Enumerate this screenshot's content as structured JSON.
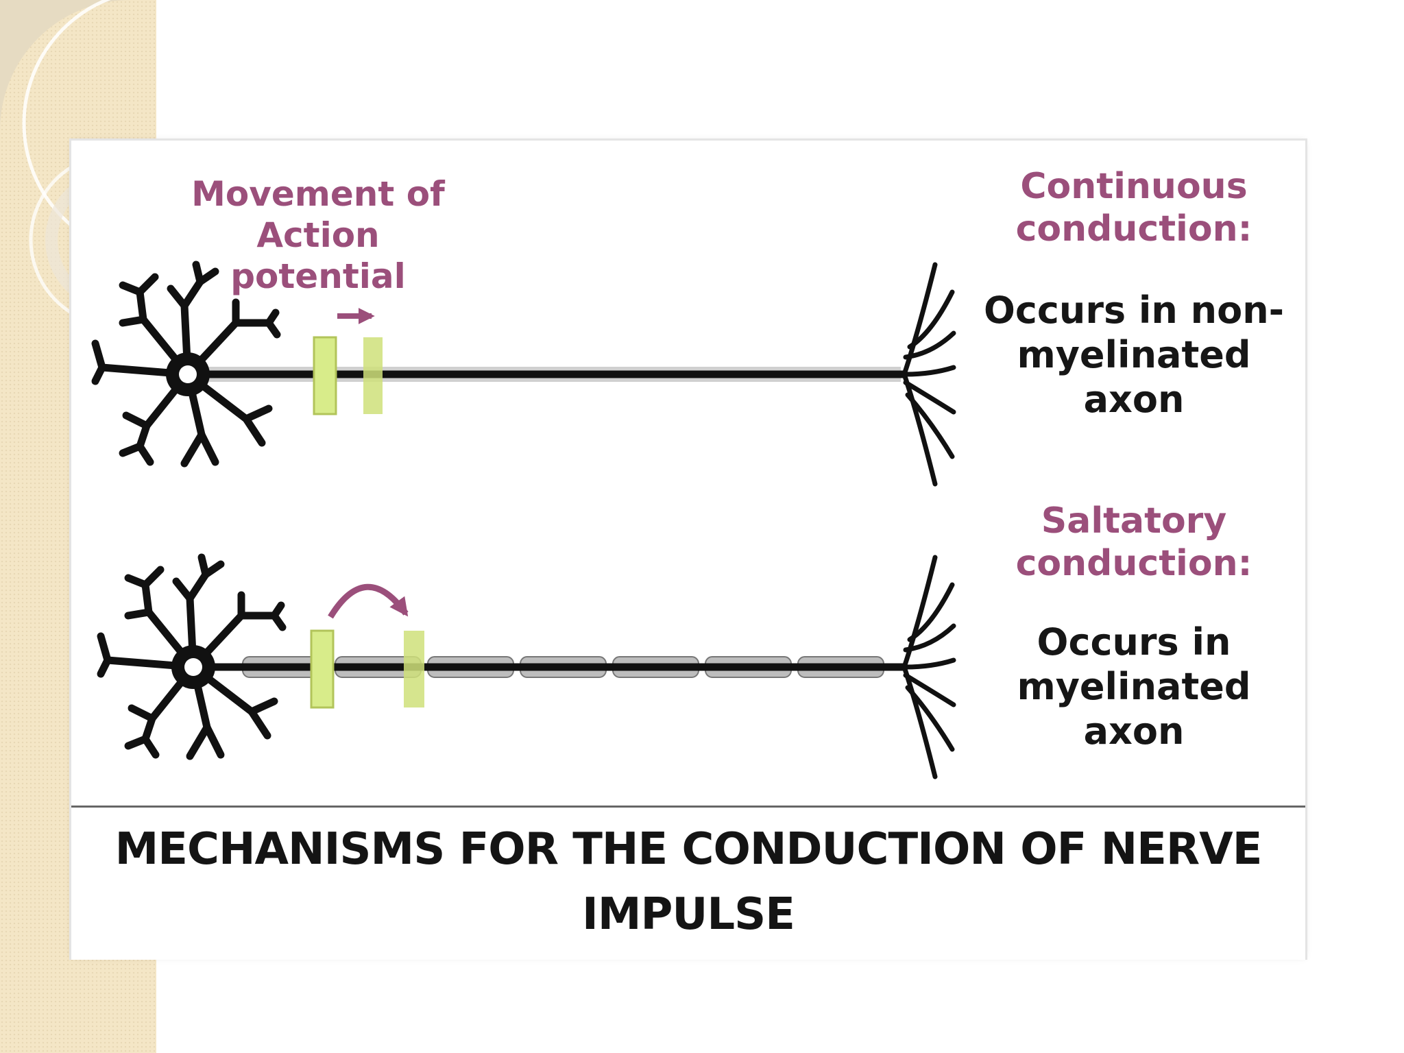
{
  "figure": {
    "movement_label": "Movement of Action potential",
    "continuous": {
      "title": "Continuous conduction:",
      "description": "Occurs in non-myelinated axon"
    },
    "saltatory": {
      "title": "Saltatory conduction:",
      "description": "Occurs in myelinated axon"
    },
    "caption": "MECHANISMS FOR THE CONDUCTION OF NERVE IMPULSE"
  },
  "colors": {
    "accent_pink": "#9b4f7b",
    "highlight_green": "#d8ec8a",
    "sidebar_cream": "#f4e6c6"
  }
}
